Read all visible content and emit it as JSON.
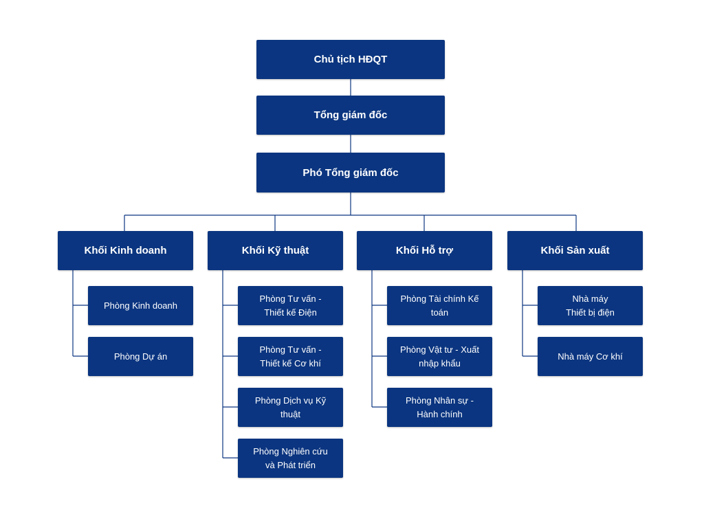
{
  "colors": {
    "box": "#0b3580",
    "line": "#0b3580",
    "text": "#ffffff"
  },
  "executives": [
    {
      "label": "Chủ tịch HĐQT"
    },
    {
      "label": "Tổng giám đốc"
    },
    {
      "label": "Phó Tổng giám đốc"
    }
  ],
  "divisions": [
    {
      "label": "Khối Kinh doanh",
      "departments": [
        {
          "label": "Phòng Kinh doanh"
        },
        {
          "label": "Phòng Dự án"
        }
      ]
    },
    {
      "label": "Khối Kỹ thuật",
      "departments": [
        {
          "label": "Phòng Tư vấn -\nThiết kế Điện"
        },
        {
          "label": "Phòng Tư vấn -\nThiết kế Cơ khí"
        },
        {
          "label": "Phòng Dịch vụ Kỹ\nthuật"
        },
        {
          "label": "Phòng Nghiên cứu\nvà Phát triển"
        }
      ]
    },
    {
      "label": "Khối Hỗ trợ",
      "departments": [
        {
          "label": "Phòng Tài chính Kế\ntoán"
        },
        {
          "label": "Phòng Vật tư - Xuất\nnhập khẩu"
        },
        {
          "label": "Phòng Nhân sự -\nHành chính"
        }
      ]
    },
    {
      "label": "Khối Sản xuất",
      "departments": [
        {
          "label": "Nhà máy\nThiết bị điện"
        },
        {
          "label": "Nhà máy Cơ khí"
        }
      ]
    }
  ]
}
